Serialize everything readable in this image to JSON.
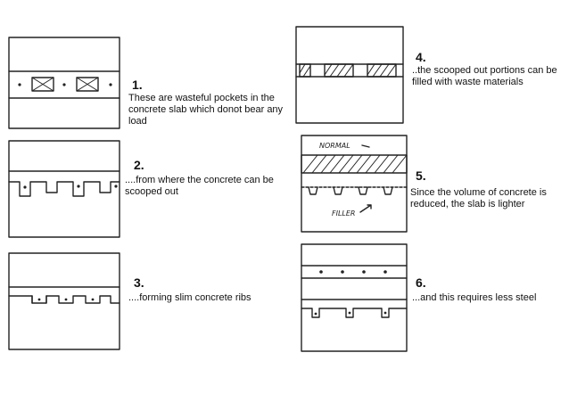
{
  "steps": [
    {
      "number": "1.",
      "text": "These are wasteful pockets in the concrete slab which donot bear any load"
    },
    {
      "number": "2.",
      "text": "....from where the concrete can be scooped out"
    },
    {
      "number": "3.",
      "text": "....forming slim concrete ribs"
    },
    {
      "number": "4.",
      "text": "..the scooped out portions can be filled with waste materials"
    },
    {
      "number": "5.",
      "text": "Since the volume of concrete is reduced, the slab is lighter"
    },
    {
      "number": "6.",
      "text": "...and this requires less steel"
    }
  ],
  "sketch_labels": {
    "normal": "NORMAL",
    "filler": "FILLER"
  }
}
